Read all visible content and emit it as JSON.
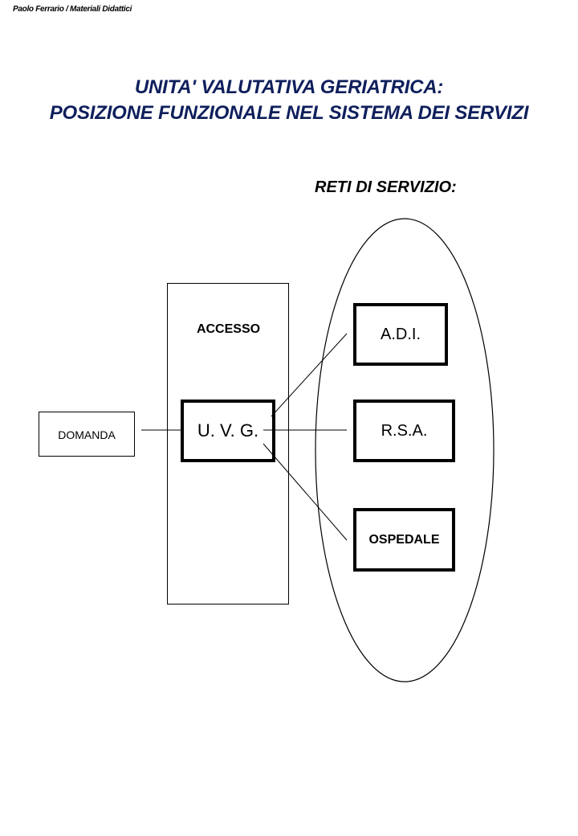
{
  "header": {
    "author": "Paolo Ferrario / Materiali Didattici",
    "title_line1": "UNITA' VALUTATIVA GERIATRICA:",
    "title_line2": "POSIZIONE FUNZIONALE NEL SISTEMA DEI SERVIZI",
    "title_color": "#0f1f5c"
  },
  "diagram": {
    "networks_label": "RETI DI SERVIZIO:",
    "demand_label": "DOMANDA",
    "access_label": "ACCESSO",
    "uvg_label": "U. V. G.",
    "services": [
      {
        "label": "A.D.I."
      },
      {
        "label": "R.S.A."
      },
      {
        "label": "OSPEDALE"
      }
    ]
  }
}
